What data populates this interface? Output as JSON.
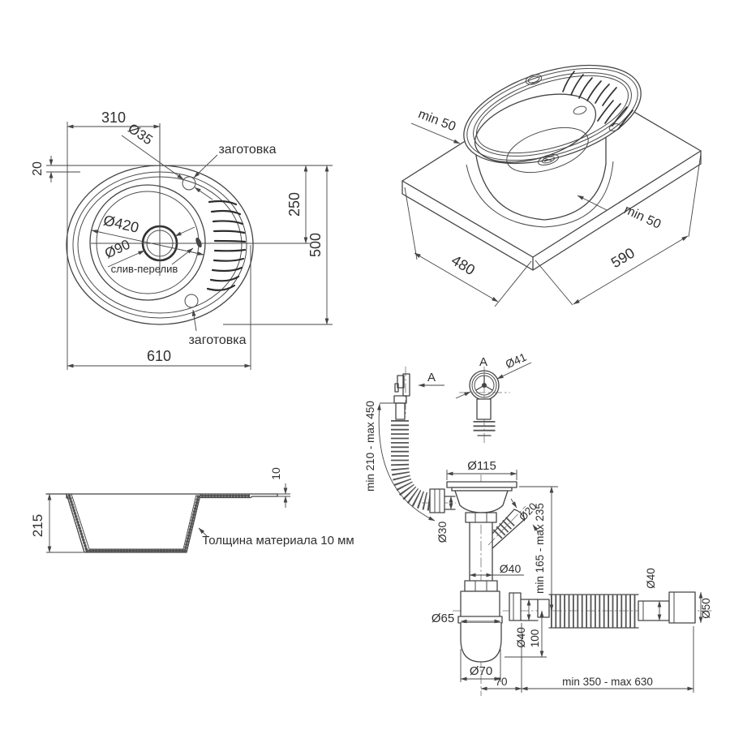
{
  "top": {
    "dim_310": "310",
    "dim_d35": "Ø35",
    "blank_top": "заготовка",
    "dim_20": "20",
    "dim_250": "250",
    "dim_500": "500",
    "dim_d420": "Ø420",
    "dim_d90": "Ø90",
    "overflow_label": "слив-перелив",
    "blank_bottom": "заготовка",
    "dim_610": "610"
  },
  "iso": {
    "min50_left": "min 50",
    "min50_right": "min 50",
    "dim_480": "480",
    "dim_590": "590"
  },
  "section": {
    "dim_215": "215",
    "dim_10": "10",
    "note": "Толщина материала 10 мм"
  },
  "drain": {
    "section_mark": "A",
    "detail_mark": "A",
    "dim_d41": "Ø41",
    "overflow_range": "min 210 - max 450",
    "dim_d115": "Ø115",
    "dim_d30": "Ø30",
    "dim_d20": "Ø20",
    "height_range": "min 165 - max 235",
    "dim_d40_pipe": "Ø40",
    "dim_d65": "Ø65",
    "dim_d40_outlet": "Ø40",
    "dim_100": "100",
    "dim_d70": "Ø70",
    "dim_70": "70",
    "flex_range": "min 350 - max 630",
    "dim_d40_end": "Ø40",
    "dim_d50": "Ø50"
  },
  "colors": {
    "line": "#454545",
    "text": "#2f2f2f",
    "background": "#ffffff"
  }
}
